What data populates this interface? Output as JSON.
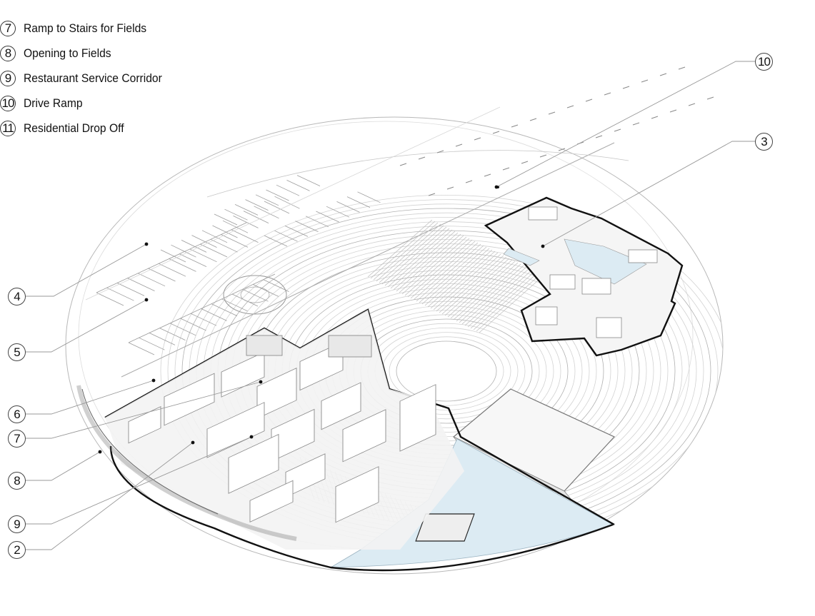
{
  "legend": [
    {
      "num": "7",
      "label": "Ramp to Stairs for Fields"
    },
    {
      "num": "8",
      "label": "Opening to Fields"
    },
    {
      "num": "9",
      "label": "Restaurant Service Corridor"
    },
    {
      "num": "10",
      "label": "Drive Ramp"
    },
    {
      "num": "11",
      "label": "Residential Drop Off"
    }
  ],
  "callouts": [
    "10",
    "3",
    "4",
    "5",
    "6",
    "7",
    "8",
    "9",
    "2"
  ],
  "colors": {
    "line": "#9a9a9a",
    "outline": "#111111",
    "water": "#dcebf3",
    "block": "#f1f1f1"
  }
}
